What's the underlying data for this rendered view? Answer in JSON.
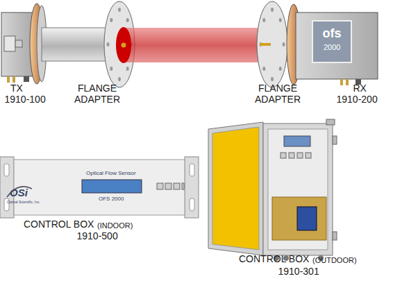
{
  "diagram": {
    "labels": [
      "TX",
      "1910-100",
      "FLANGE ADAPTER",
      "FLANGE ADAPTER",
      "RX",
      "1910-200",
      "CONTROL BOX",
      "(INDOOR)",
      "1910-500",
      "CONTROL BOX",
      "(OUTDOOR)",
      "1910-301",
      "ofs",
      "2000",
      "OSi",
      "Optical Scientific, Inc.",
      "Optical Flow Sensor",
      "OFS 2000"
    ]
  }
}
